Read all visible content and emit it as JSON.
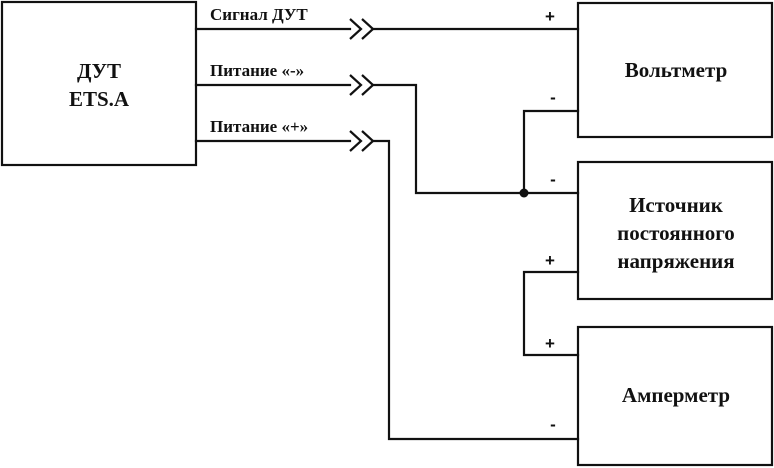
{
  "blocks": {
    "dut": {
      "line1": "ДУТ",
      "line2": "ETS.A"
    },
    "voltmeter": {
      "label": "Вольтметр"
    },
    "source": {
      "line1": "Источник",
      "line2": "постоянного",
      "line3": "напряжения"
    },
    "ammeter": {
      "label": "Амперметр"
    }
  },
  "wires": {
    "signal": {
      "label": "Сигнал ДУТ"
    },
    "power_minus": {
      "label": "Питание «-»"
    },
    "power_plus": {
      "label": "Питание «+»"
    }
  },
  "polarity": {
    "voltmeter_plus": "+",
    "voltmeter_minus": "-",
    "source_minus": "-",
    "source_plus": "+",
    "ammeter_plus": "+",
    "ammeter_minus": "-"
  }
}
